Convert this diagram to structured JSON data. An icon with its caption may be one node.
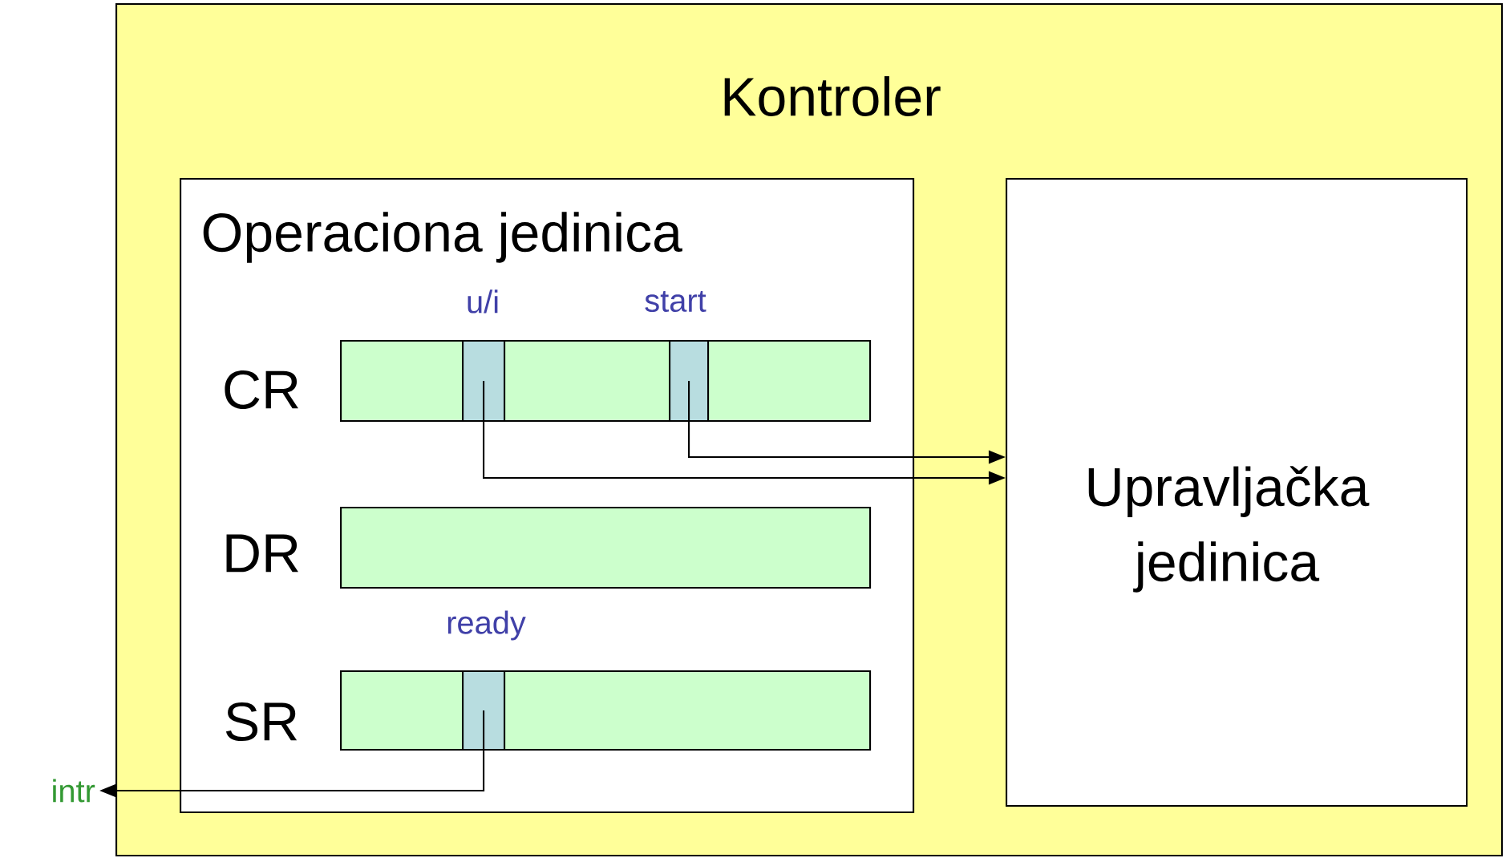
{
  "diagram": {
    "nodes": [
      {
        "text": [
          "Kontroler"
        ]
      },
      {
        "text": [
          "Operaciona jedinica"
        ],
        "in": 0
      },
      {
        "text": [
          "Upravljačka jedinica"
        ],
        "in": 0
      },
      {
        "text": [],
        "shape": "bar",
        "in": 1,
        "beside": [
          "CR"
        ]
      },
      {
        "text": [],
        "shape": "box",
        "in": 3,
        "beside": [
          "u/i"
        ]
      },
      {
        "text": [],
        "shape": "box",
        "in": 3,
        "beside": [
          "start"
        ]
      },
      {
        "text": [],
        "shape": "bar",
        "in": 1,
        "beside": [
          "DR"
        ]
      },
      {
        "text": [],
        "shape": "bar",
        "in": 1,
        "beside": [
          "SR"
        ]
      },
      {
        "text": [],
        "shape": "box",
        "in": 7,
        "beside": [
          "ready"
        ]
      },
      {
        "text": [
          "intr"
        ]
      }
    ],
    "edges": [
      {
        "from": 4,
        "to": 2,
        "arrow": "to"
      },
      {
        "from": 5,
        "to": 2,
        "arrow": "to"
      },
      {
        "from": 8,
        "to": 9,
        "arrow": "to"
      }
    ]
  }
}
